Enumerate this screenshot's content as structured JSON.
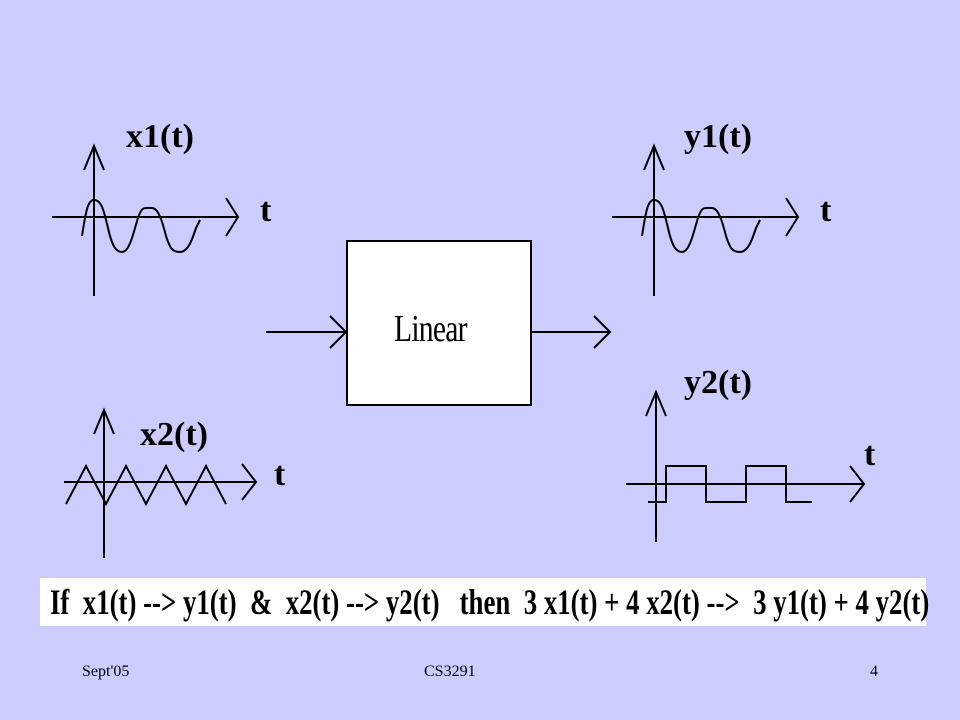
{
  "signals": {
    "x1_label": "x1(t)",
    "y1_label": "y1(t)",
    "x2_label": "x2(t)",
    "y2_label": "y2(t)",
    "time_label": "t"
  },
  "system": {
    "label": "Linear"
  },
  "equation": {
    "text": "If  x1(t) --> y1(t)  &  x2(t) --> y2(t)   then  3 x1(t) + 4 x2(t) -->  3 y1(t) + 4 y2(t)"
  },
  "footer": {
    "date": "Sept'05",
    "course": "CS3291",
    "page_number": "4"
  }
}
